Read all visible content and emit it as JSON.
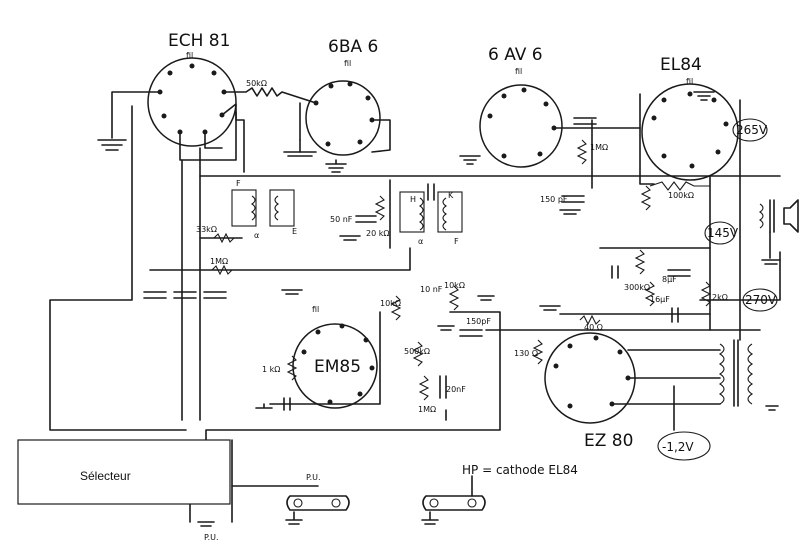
{
  "tubes": {
    "ech81": "ECH 81",
    "6ba6": "6BA 6",
    "6av6": "6 AV 6",
    "el84": "EL84",
    "em85": "EM85",
    "ez80": "EZ 80"
  },
  "filament_label": "fil",
  "components": {
    "r_50k_top": "50kΩ",
    "r_1m_6av6": "1MΩ",
    "c_150p_6av6": "150 pF",
    "r_100k": "100kΩ",
    "c_50n": "50 nF",
    "r_20k": "20 kΩ",
    "r_33k": "33kΩ",
    "r_1m_left": "1MΩ",
    "c_10n": "10 nF",
    "r_10k": "10kΩ",
    "r_10k_b": "10kΩ",
    "c_150p_em85": "150pF",
    "r_1k": "1 kΩ",
    "r_500k": "500kΩ",
    "r_1m_em85": "1MΩ",
    "c_20n": "20nF",
    "r_300k": "300kΩ",
    "c_16u": "16μF",
    "c_8u": "8μF",
    "r_40": "40 Ω",
    "r_130": "130 Ω",
    "r_2k": "2kΩ"
  },
  "coil_marks": {
    "f": "F",
    "e": "E",
    "a": "α",
    "h": "H",
    "k": "K"
  },
  "voltages": {
    "v265": "265V",
    "v145": "145V",
    "v270": "270V",
    "vneg": "-1,2V"
  },
  "selector": {
    "label": "Sélecteur"
  },
  "pu_label": "P.U.",
  "hp_note": "HP = cathode  EL84"
}
